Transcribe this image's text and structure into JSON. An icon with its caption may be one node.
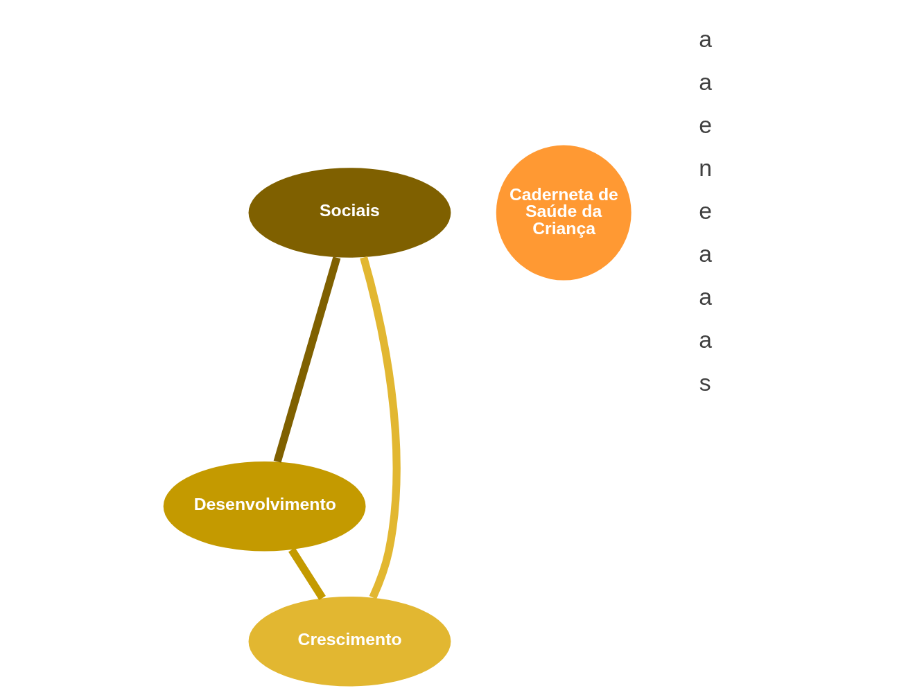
{
  "diagram": {
    "nodes": [
      {
        "text": [
          "Sociais"
        ]
      },
      {
        "text": [
          "Caderneta de Saúde da Criança"
        ]
      },
      {
        "text": [
          "Crescimento"
        ]
      },
      {
        "text": [
          "Desenvolvimento"
        ]
      }
    ],
    "edges": [
      {
        "from": 0,
        "to": 3,
        "arrow": "none",
        "color": "#7f6000"
      },
      {
        "from": 3,
        "to": 2,
        "arrow": "none",
        "color": "#c49a00"
      },
      {
        "from": 2,
        "to": 0,
        "arrow": "none",
        "color": "#e2b731"
      }
    ],
    "labels": [
      "a",
      "a",
      "e",
      "n",
      "e",
      "a",
      "a",
      "a",
      "s"
    ]
  }
}
